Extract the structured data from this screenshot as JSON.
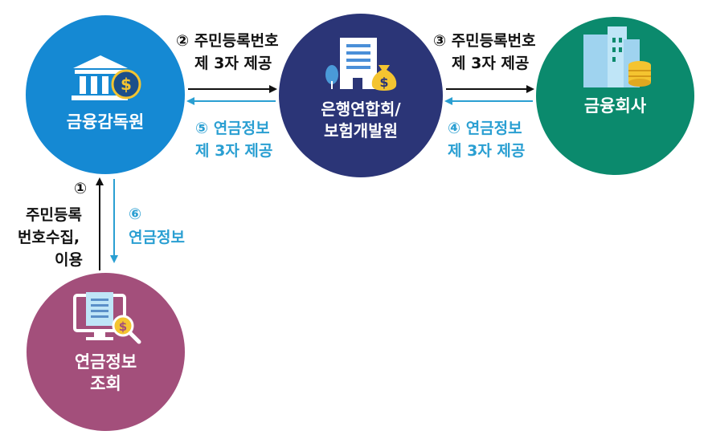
{
  "nodes": {
    "fss": {
      "line1": "금융감독원",
      "icon": "bank-icon",
      "color": "#1589d3"
    },
    "assoc": {
      "line1": "은행연합회/",
      "line2": "보험개발원",
      "icon": "building-moneybag-icon",
      "color": "#2b3577"
    },
    "fin": {
      "line1": "금융회사",
      "icon": "buildings-coins-icon",
      "color": "#0b8a6d"
    },
    "query": {
      "line1": "연금정보",
      "line2": "조회",
      "icon": "monitor-document-search-icon",
      "color": "#a34f7b"
    }
  },
  "flows": {
    "f1": {
      "num": "①",
      "line1": "주민등록",
      "line2": "번호수집,",
      "line3": "이용"
    },
    "f2": {
      "line1": "② 주민등록번호",
      "line2": "제 3자 제공"
    },
    "f3": {
      "line1": "③ 주민등록번호",
      "line2": "제 3자 제공"
    },
    "f4": {
      "line1": "④ 연금정보",
      "line2": "제 3자 제공"
    },
    "f5": {
      "line1": "⑤ 연금정보",
      "line2": "제 3자 제공"
    },
    "f6": {
      "num": "⑥",
      "line1": "연금정보"
    }
  },
  "colors": {
    "arrow_black": "#111111",
    "arrow_blue": "#2a9fd2"
  }
}
